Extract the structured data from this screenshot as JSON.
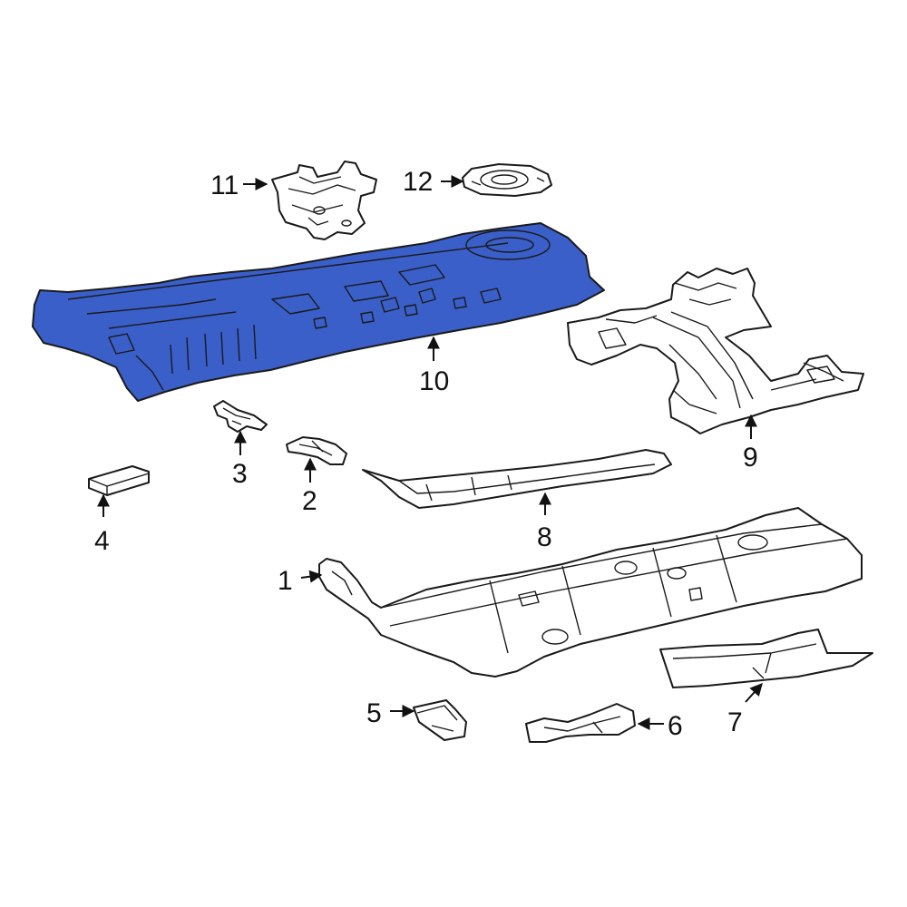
{
  "diagram": {
    "highlight_color": "#3a5fc9",
    "outline_color": "#1a1a1a",
    "highlighted_part": "10",
    "callouts": {
      "c1": "1",
      "c2": "2",
      "c3": "3",
      "c4": "4",
      "c5": "5",
      "c6": "6",
      "c7": "7",
      "c8": "8",
      "c9": "9",
      "c10": "10",
      "c11": "11",
      "c12": "12"
    }
  }
}
